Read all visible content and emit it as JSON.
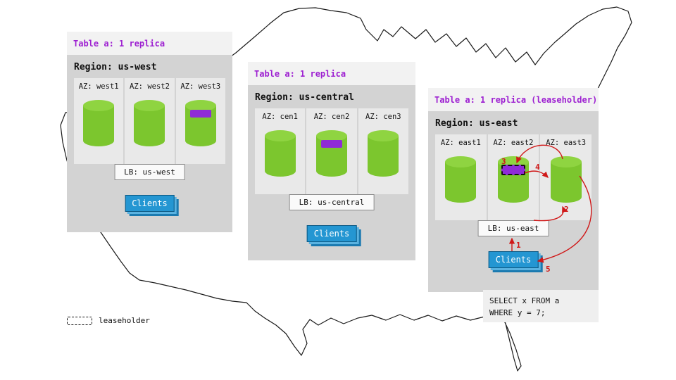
{
  "colors": {
    "table_label_purple": "#9d1fd1",
    "replica_purple": "#8f2bd6",
    "cylinder_green": "#7cc62e",
    "cylinder_top_green": "#8fd441",
    "clients_blue": "#2496d2",
    "arrow_red": "#d01818",
    "panel_gray": "#d3d3d3",
    "panel_header_gray": "#f2f2f2",
    "az_gray": "#e9e9e9"
  },
  "regions": [
    {
      "table_label": "Table a: 1 replica",
      "region_label": "Region: us-west",
      "lb_label": "LB: us-west",
      "clients_label": "Clients",
      "azs": [
        {
          "label": "AZ: west1"
        },
        {
          "label": "AZ: west2"
        },
        {
          "label": "AZ: west3"
        }
      ]
    },
    {
      "table_label": "Table a: 1 replica",
      "region_label": "Region: us-central",
      "lb_label": "LB: us-central",
      "clients_label": "Clients",
      "azs": [
        {
          "label": "AZ: cen1"
        },
        {
          "label": "AZ: cen2"
        },
        {
          "label": "AZ: cen3"
        }
      ]
    },
    {
      "table_label": "Table a: 1 replica (leaseholder)",
      "region_label": "Region: us-east",
      "lb_label": "LB: us-east",
      "clients_label": "Clients",
      "azs": [
        {
          "label": "AZ: east1"
        },
        {
          "label": "AZ: east2"
        },
        {
          "label": "AZ: east3"
        }
      ]
    }
  ],
  "flow_steps": [
    {
      "num": "1"
    },
    {
      "num": "2"
    },
    {
      "num": "3"
    },
    {
      "num": "4"
    },
    {
      "num": "5"
    }
  ],
  "sql": {
    "line1": "SELECT x FROM a",
    "line2": "WHERE y = 7;"
  },
  "legend": {
    "label": "leaseholder"
  }
}
